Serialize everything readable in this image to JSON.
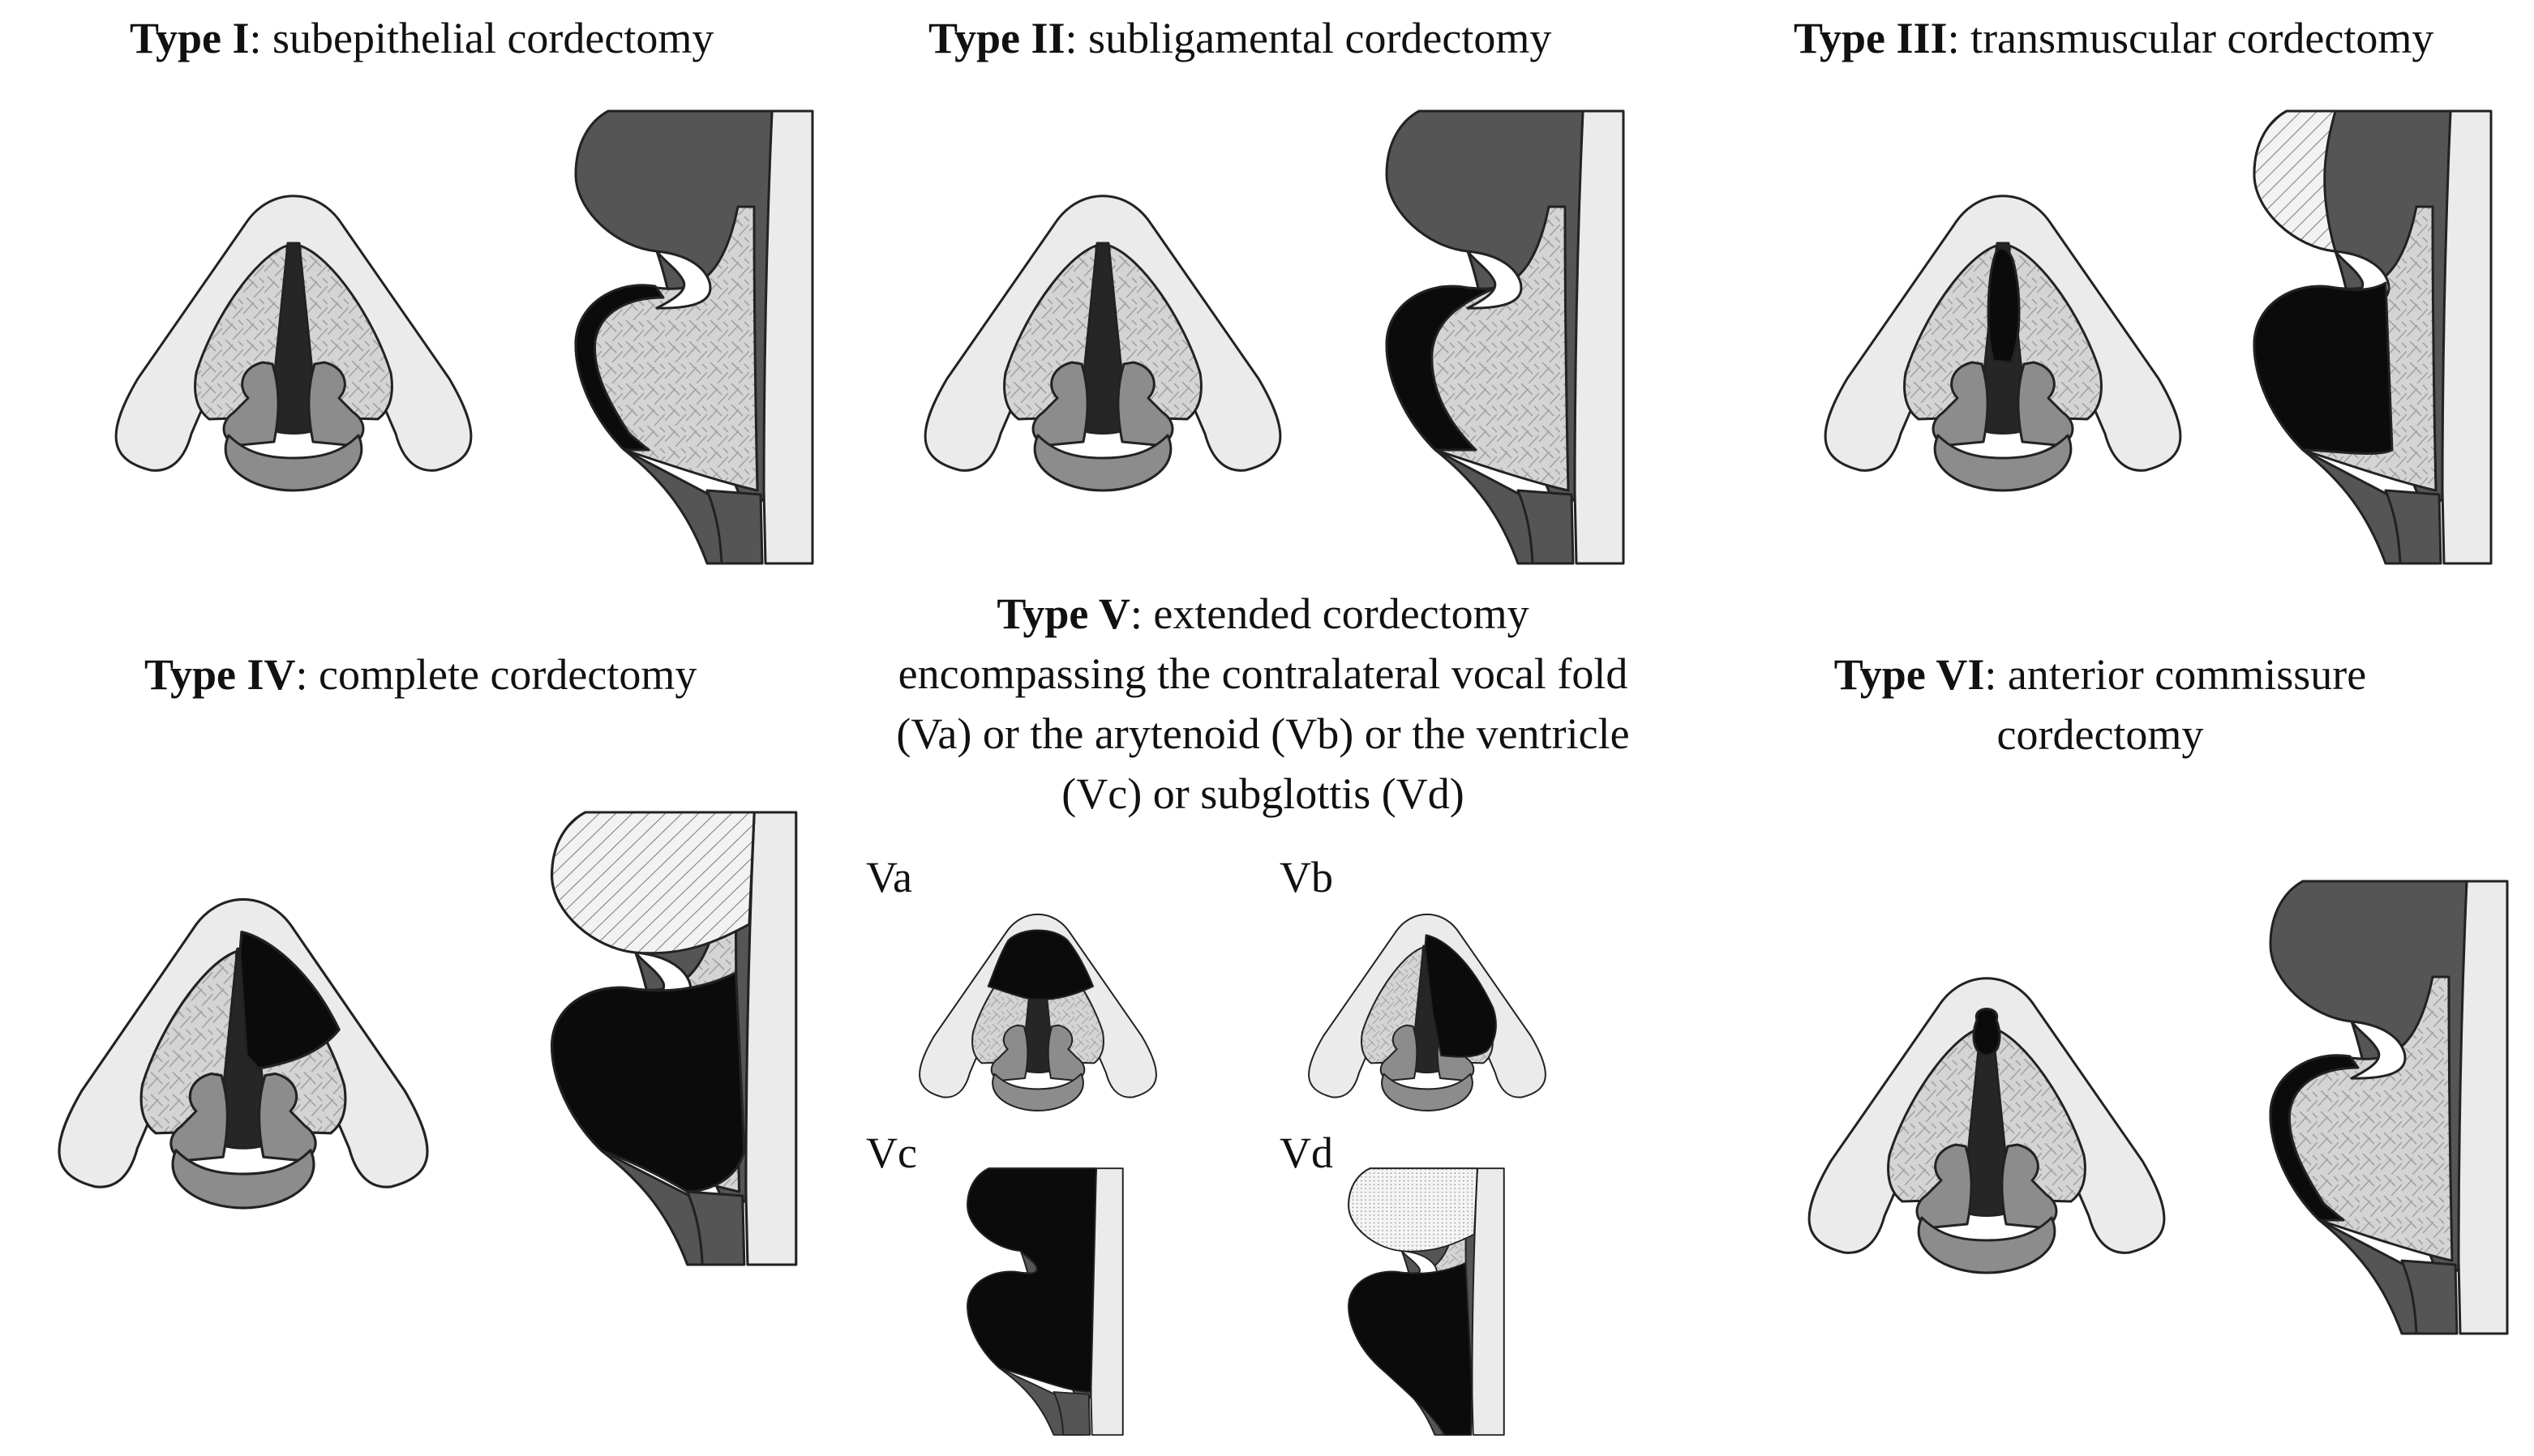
{
  "types": [
    {
      "id": "I",
      "lines": [
        {
          "bold": "Type I",
          "text": ": subepithelial cordectomy"
        }
      ]
    },
    {
      "id": "II",
      "lines": [
        {
          "bold": "Type II",
          "text": ": subligamental cordectomy"
        }
      ]
    },
    {
      "id": "III",
      "lines": [
        {
          "bold": "Type III",
          "text": ": transmuscular cordectomy"
        }
      ]
    },
    {
      "id": "IV",
      "lines": [
        {
          "bold": "Type IV",
          "text": ": complete cordectomy"
        }
      ]
    },
    {
      "id": "V",
      "lines": [
        {
          "bold": "Type V",
          "text": ": extended cordectomy"
        },
        {
          "bold": "",
          "text": "encompassing the contralateral vocal fold"
        },
        {
          "bold": "",
          "text": "(Va) or the arytenoid (Vb) or the ventricle"
        },
        {
          "bold": "",
          "text": "(Vc) or subglottis (Vd)"
        }
      ]
    },
    {
      "id": "VI",
      "lines": [
        {
          "bold": "Type VI",
          "text": ": anterior commissure"
        },
        {
          "bold": "",
          "text": "cordectomy"
        }
      ]
    }
  ],
  "subtypes": [
    {
      "id": "Va",
      "label": "Va"
    },
    {
      "id": "Vb",
      "label": "Vb"
    },
    {
      "id": "Vc",
      "label": "Vc"
    },
    {
      "id": "Vd",
      "label": "Vd"
    }
  ],
  "colors": {
    "cartilage": "#ebebeb",
    "muscle": "#555555",
    "arytenoid": "#8c8c8c",
    "fold": "#d4d4d4",
    "glottis": "#262626",
    "resected": "#0b0b0b",
    "outline": "#222222",
    "ventricular": "#f2f2f2"
  }
}
